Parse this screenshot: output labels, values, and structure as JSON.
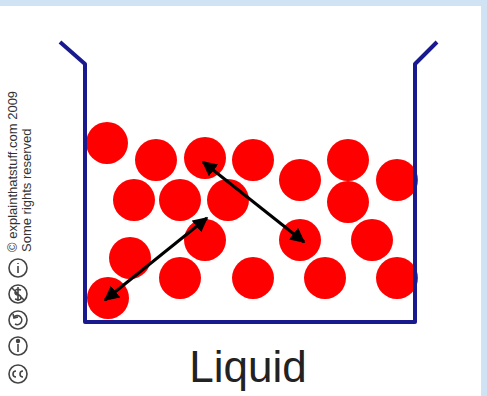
{
  "diagram": {
    "labels": [
      "Liquid",
      "© explainthatstuff.com 2009",
      "Some rights reserved"
    ]
  }
}
